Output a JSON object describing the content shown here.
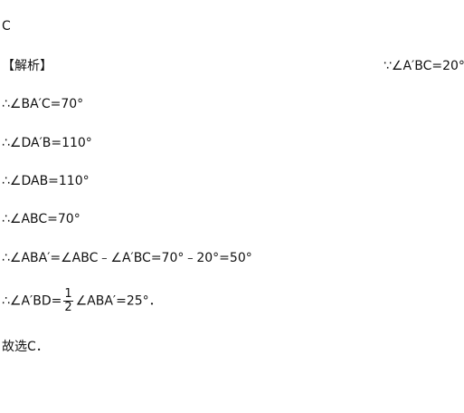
{
  "answer": "C",
  "section_label": "【解析】",
  "given": "∵∠A′BC=20°",
  "steps": [
    "∴∠BA′C=70°",
    "∴∠DA′B=110°",
    "∴∠DAB=110°",
    "∴∠ABC=70°",
    "∴∠ABA′=∠ABC﹣∠A′BC=70°﹣20°=50°"
  ],
  "final_step": {
    "prefix": "∴∠A′BD=",
    "frac_num": "1",
    "frac_den": "2",
    "suffix": "∠ABA′=25°．"
  },
  "conclusion": "故选C．"
}
